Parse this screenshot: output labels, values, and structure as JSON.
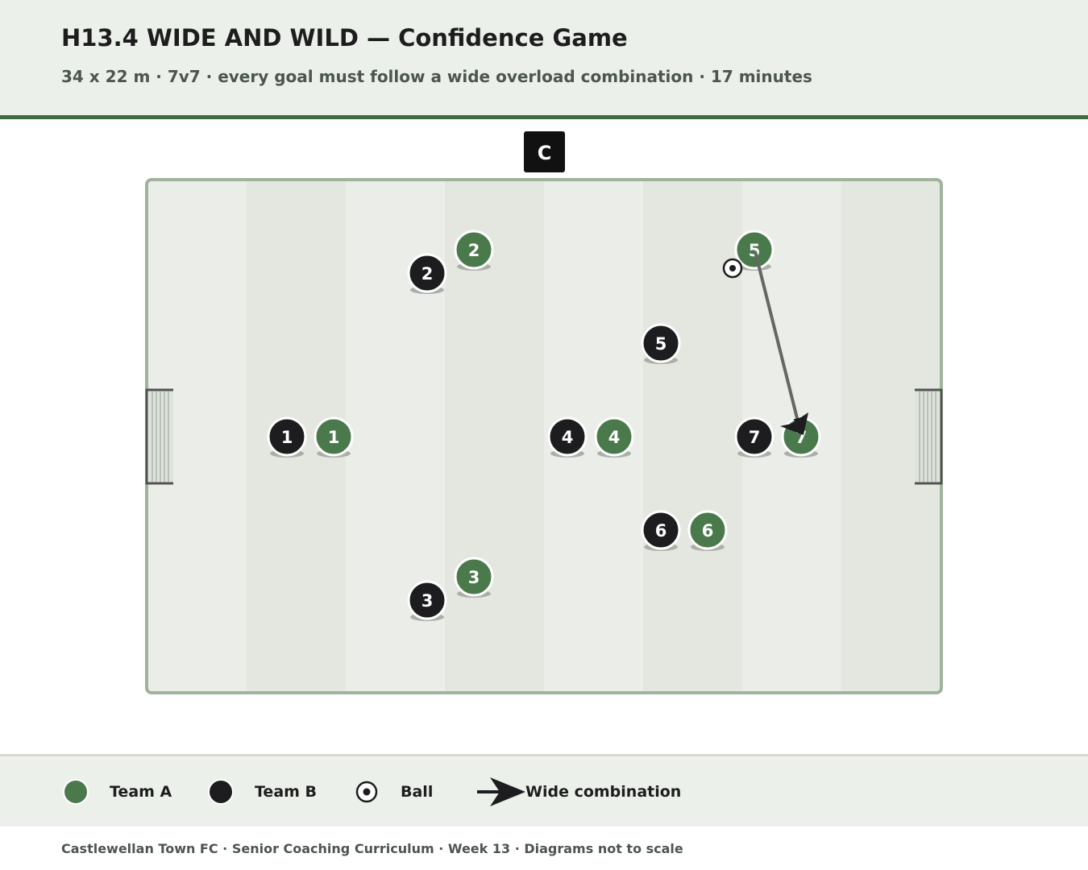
{
  "header": {
    "title": "H13.4 WIDE AND WILD — Confidence Game",
    "subtitle": "34 x 22 m · 7v7 · every goal must follow a wide overload combination · 17 minutes"
  },
  "diagram": {
    "coach_label": "C",
    "team_a": {
      "color": "#4a7a4b",
      "players": [
        {
          "label": "1"
        },
        {
          "label": "2"
        },
        {
          "label": "3"
        },
        {
          "label": "4"
        },
        {
          "label": "5"
        },
        {
          "label": "6"
        },
        {
          "label": "7"
        }
      ]
    },
    "team_b": {
      "color": "#1d1c1e",
      "players": [
        {
          "label": "1"
        },
        {
          "label": "2"
        },
        {
          "label": "3"
        },
        {
          "label": "4"
        },
        {
          "label": "5"
        },
        {
          "label": "6"
        },
        {
          "label": "7"
        }
      ]
    },
    "colors": {
      "pitch_light": "#ebede8",
      "pitch_dark": "#e3e7e0",
      "pitch_line": "#a0b49c",
      "goal_frame": "#4f5450",
      "arrow": "#666666"
    }
  },
  "legend": {
    "team_a": "Team A",
    "team_b": "Team B",
    "ball": "Ball",
    "wide_combination": "Wide combination"
  },
  "footer": {
    "text": "Castlewellan Town FC · Senior Coaching Curriculum · Week 13 · Diagrams not to scale"
  }
}
